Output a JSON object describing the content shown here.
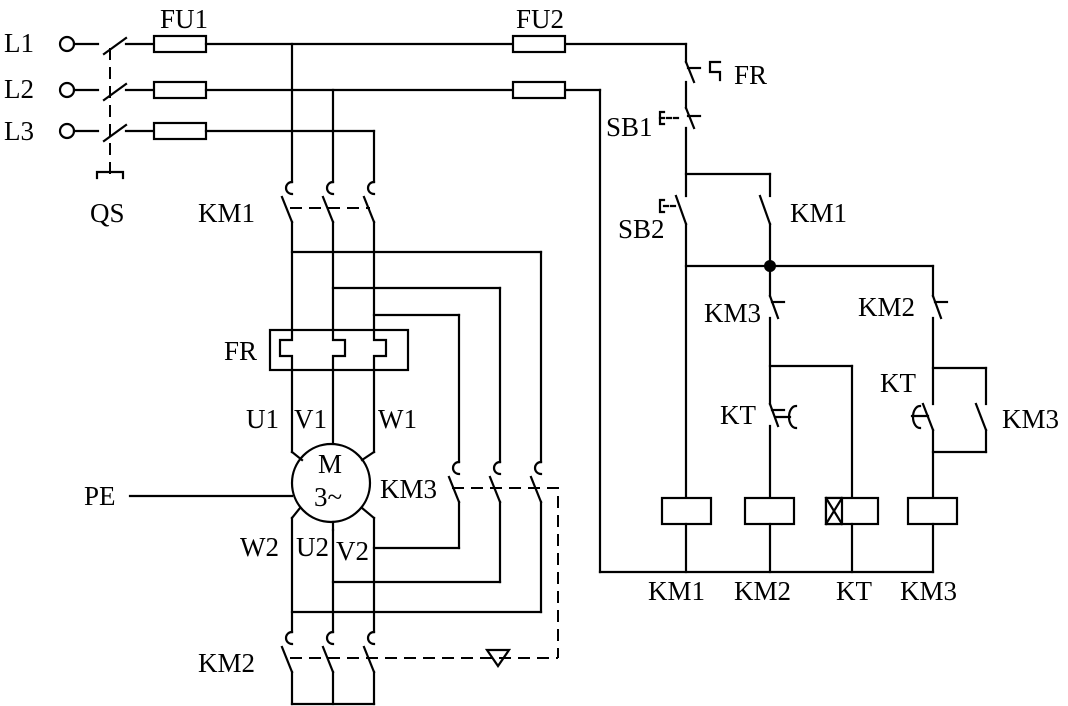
{
  "labels": {
    "l1": "L1",
    "l2": "L2",
    "l3": "L3",
    "fu1": "FU1",
    "fu2": "FU2",
    "qs": "QS",
    "km1_main": "KM1",
    "fr_main": "FR",
    "u1": "U1",
    "v1": "V1",
    "w1": "W1",
    "motor_m": "M",
    "motor_phase": "3~",
    "pe": "PE",
    "w2": "W2",
    "u2": "U2",
    "v2": "V2",
    "km3_main": "KM3",
    "km2_main": "KM2",
    "fr_ctrl": "FR",
    "sb1": "SB1",
    "sb2": "SB2",
    "km1_aux": "KM1",
    "km3_aux": "KM3",
    "km2_aux": "KM2",
    "kt_left": "KT",
    "kt_right": "KT",
    "km3_aux2": "KM3",
    "coil_km1": "KM1",
    "coil_km2": "KM2",
    "coil_kt": "KT",
    "coil_km3": "KM3"
  }
}
